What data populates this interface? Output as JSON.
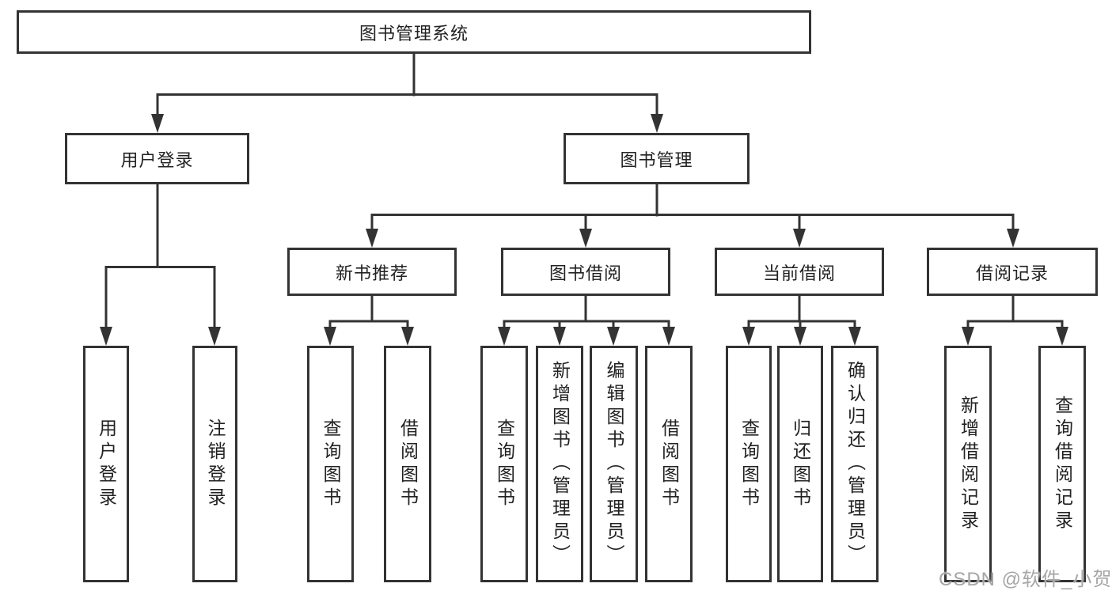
{
  "diagram_title": "图书管理系统",
  "colors": {
    "line": "#333333",
    "box_border": "#333333",
    "text": "#222222",
    "background": "#ffffff",
    "watermark": "#a6a6a6"
  },
  "tree": {
    "label": "图书管理系统",
    "children": [
      {
        "label": "用户登录",
        "children": [
          {
            "label": "用户登录"
          },
          {
            "label": "注销登录"
          }
        ]
      },
      {
        "label": "图书管理",
        "children": [
          {
            "label": "新书推荐",
            "children": [
              {
                "label": "查询图书"
              },
              {
                "label": "借阅图书"
              }
            ]
          },
          {
            "label": "图书借阅",
            "children": [
              {
                "label": "查询图书"
              },
              {
                "label": "新增图书（管理员）"
              },
              {
                "label": "编辑图书（管理员）"
              },
              {
                "label": "借阅图书"
              }
            ]
          },
          {
            "label": "当前借阅",
            "children": [
              {
                "label": "查询图书"
              },
              {
                "label": "归还图书"
              },
              {
                "label": "确认归还（管理员）"
              }
            ]
          },
          {
            "label": "借阅记录",
            "children": [
              {
                "label": "新增借阅记录"
              },
              {
                "label": "查询借阅记录"
              }
            ]
          }
        ]
      }
    ]
  },
  "watermark": "CSDN @软件_小贺同学"
}
